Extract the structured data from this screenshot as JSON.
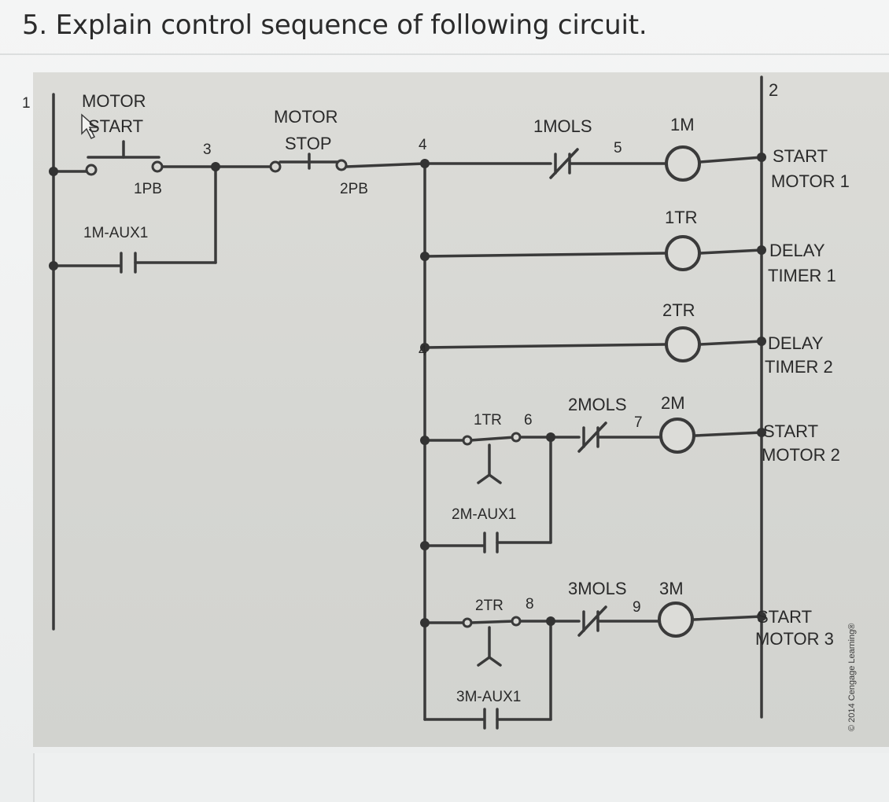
{
  "question": "5. Explain control sequence of following circuit.",
  "diagram": {
    "rail_left": "1",
    "rail_right": "2",
    "start_pb": {
      "title_line1": "MOTOR",
      "title_line2": "START",
      "id": "1PB"
    },
    "stop_pb": {
      "title_line1": "MOTOR",
      "title_line2": "STOP",
      "id": "2PB"
    },
    "aux1": "1M-AUX1",
    "node_3": "3",
    "node_4a": "4",
    "node_4b": "4",
    "mols1": "1MOLS",
    "node_5": "5",
    "coil_1m": "1M",
    "coil_1tr": "1TR",
    "coil_2tr": "2TR",
    "contact_1tr": "1TR",
    "node_6": "6",
    "mols2": "2MOLS",
    "node_7": "7",
    "coil_2m": "2M",
    "aux2": "2M-AUX1",
    "contact_2tr": "2TR",
    "node_8": "8",
    "mols3": "3MOLS",
    "node_9": "9",
    "coil_3m": "3M",
    "aux3": "3M-AUX1",
    "out1": {
      "line1": "START",
      "line2": "MOTOR 1"
    },
    "out2": {
      "line1": "DELAY",
      "line2": "TIMER 1"
    },
    "out3": {
      "line1": "DELAY",
      "line2": "TIMER 2"
    },
    "out4": {
      "line1": "START",
      "line2": "MOTOR 2"
    },
    "out5": {
      "line1": "START",
      "line2": "MOTOR 3"
    },
    "copyright": "© 2014 Cengage Learning®"
  }
}
